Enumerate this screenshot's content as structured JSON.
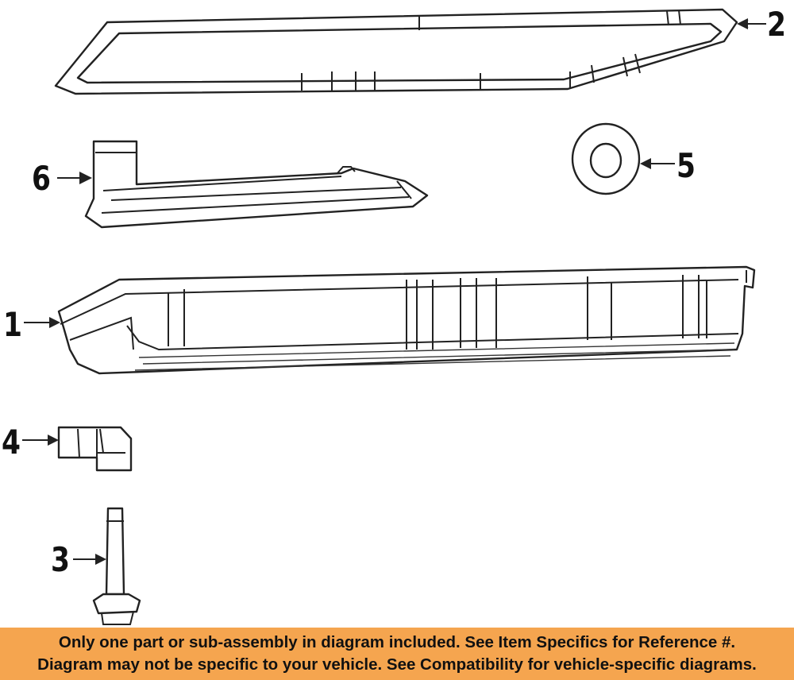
{
  "callouts": {
    "c1": "1",
    "c2": "2",
    "c3": "3",
    "c4": "4",
    "c5": "5",
    "c6": "6"
  },
  "banner": {
    "line1": "Only one part or sub-assembly in diagram included. See Item Specifics for Reference #.",
    "line2": "Diagram may not be specific to your vehicle. See Compatibility for vehicle-specific diagrams."
  },
  "colors": {
    "banner_bg": "#f5a54f",
    "ink": "#222222"
  }
}
